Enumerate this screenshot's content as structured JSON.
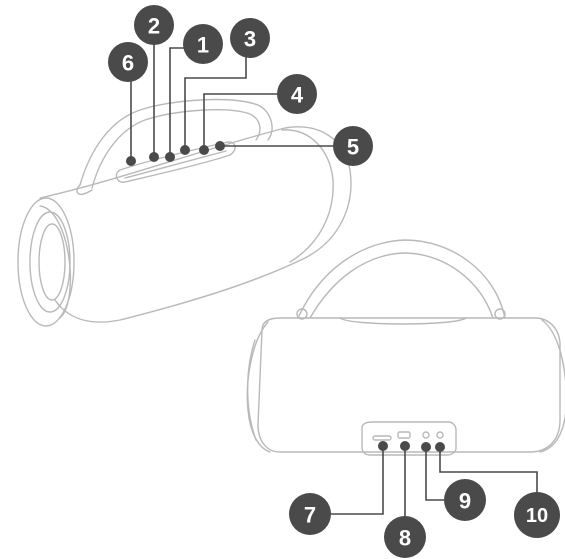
{
  "callouts": {
    "c1": "1",
    "c2": "2",
    "c3": "3",
    "c4": "4",
    "c5": "5",
    "c6": "6",
    "c7": "7",
    "c8": "8",
    "c9": "9",
    "c10": "10"
  },
  "colors": {
    "outline": "#b9b9b9",
    "badge": "#4a4a4a",
    "badge_text": "#ffffff"
  }
}
